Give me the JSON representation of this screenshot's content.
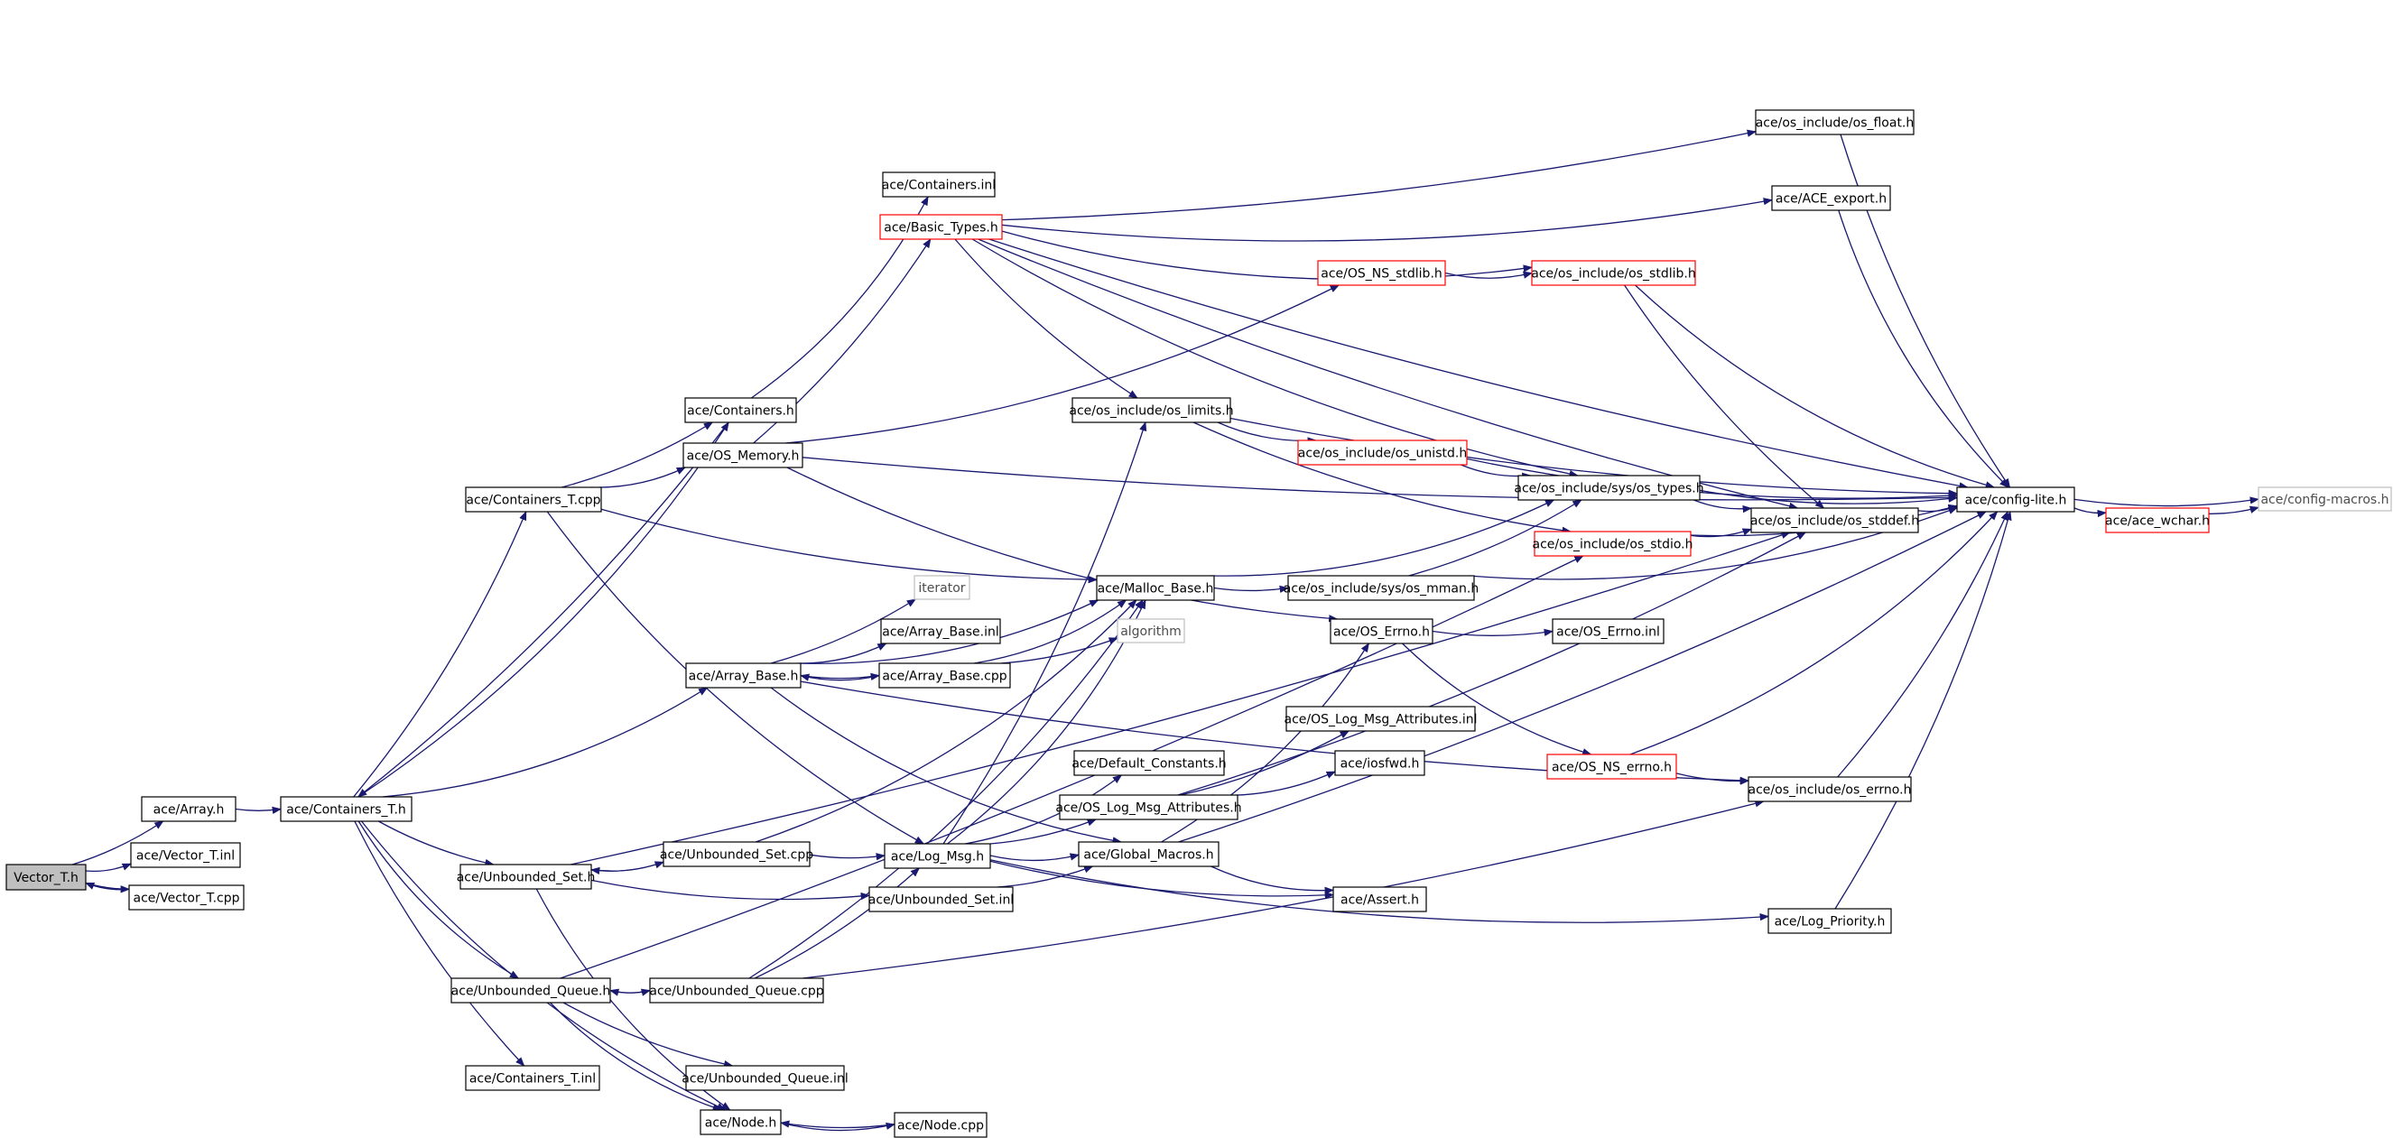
{
  "colors": {
    "edge": "#191970",
    "node_border_normal": "#000000",
    "node_border_truncated": "#ff0000",
    "node_border_external": "#bfbfbf",
    "node_fill_normal": "#ffffff",
    "node_fill_root": "#bfbfbf",
    "text_normal": "#000000",
    "text_external": "#4d4d4d"
  },
  "nodes": [
    {
      "id": "vector_t_h",
      "label": "Vector_T.h",
      "kind": "root"
    },
    {
      "id": "array_h",
      "label": "ace/Array.h",
      "kind": "normal"
    },
    {
      "id": "vector_t_inl",
      "label": "ace/Vector_T.inl",
      "kind": "normal"
    },
    {
      "id": "vector_t_cpp",
      "label": "ace/Vector_T.cpp",
      "kind": "normal"
    },
    {
      "id": "containers_t_h",
      "label": "ace/Containers_T.h",
      "kind": "normal"
    },
    {
      "id": "containers_t_cpp",
      "label": "ace/Containers_T.cpp",
      "kind": "normal"
    },
    {
      "id": "containers_h",
      "label": "ace/Containers.h",
      "kind": "normal"
    },
    {
      "id": "os_memory_h",
      "label": "ace/OS_Memory.h",
      "kind": "normal"
    },
    {
      "id": "containers_inl",
      "label": "ace/Containers.inl",
      "kind": "normal"
    },
    {
      "id": "basic_types_h",
      "label": "ace/Basic_Types.h",
      "kind": "truncated"
    },
    {
      "id": "array_base_h",
      "label": "ace/Array_Base.h",
      "kind": "normal"
    },
    {
      "id": "array_base_inl",
      "label": "ace/Array_Base.inl",
      "kind": "normal"
    },
    {
      "id": "array_base_cpp",
      "label": "ace/Array_Base.cpp",
      "kind": "normal"
    },
    {
      "id": "iterator",
      "label": "iterator",
      "kind": "external"
    },
    {
      "id": "algorithm",
      "label": "algorithm",
      "kind": "external"
    },
    {
      "id": "malloc_base_h",
      "label": "ace/Malloc_Base.h",
      "kind": "normal"
    },
    {
      "id": "os_limits_h",
      "label": "ace/os_include/os_limits.h",
      "kind": "normal"
    },
    {
      "id": "os_ns_stdlib_h",
      "label": "ace/OS_NS_stdlib.h",
      "kind": "truncated"
    },
    {
      "id": "os_stdlib_h",
      "label": "ace/os_include/os_stdlib.h",
      "kind": "truncated"
    },
    {
      "id": "os_float_h",
      "label": "ace/os_include/os_float.h",
      "kind": "normal"
    },
    {
      "id": "ace_export_h",
      "label": "ace/ACE_export.h",
      "kind": "normal"
    },
    {
      "id": "os_unistd_h",
      "label": "ace/os_include/os_unistd.h",
      "kind": "truncated"
    },
    {
      "id": "os_types_h",
      "label": "ace/os_include/sys/os_types.h",
      "kind": "normal"
    },
    {
      "id": "os_stdio_h",
      "label": "ace/os_include/os_stdio.h",
      "kind": "truncated"
    },
    {
      "id": "os_stddef_h",
      "label": "ace/os_include/os_stddef.h",
      "kind": "normal"
    },
    {
      "id": "config_lite_h",
      "label": "ace/config-lite.h",
      "kind": "normal"
    },
    {
      "id": "ace_wchar_h",
      "label": "ace/ace_wchar.h",
      "kind": "truncated"
    },
    {
      "id": "config_macros_h",
      "label": "ace/config-macros.h",
      "kind": "external"
    },
    {
      "id": "os_mman_h",
      "label": "ace/os_include/sys/os_mman.h",
      "kind": "normal"
    },
    {
      "id": "os_errno_h_caps",
      "label": "ace/OS_Errno.h",
      "kind": "normal"
    },
    {
      "id": "os_errno_inl",
      "label": "ace/OS_Errno.inl",
      "kind": "normal"
    },
    {
      "id": "os_ns_errno_h",
      "label": "ace/OS_NS_errno.h",
      "kind": "truncated"
    },
    {
      "id": "os_errno_h",
      "label": "ace/os_include/os_errno.h",
      "kind": "normal"
    },
    {
      "id": "log_msg_attrs_inl",
      "label": "ace/OS_Log_Msg_Attributes.inl",
      "kind": "normal"
    },
    {
      "id": "iosfwd_h",
      "label": "ace/iosfwd.h",
      "kind": "normal"
    },
    {
      "id": "default_constants_h",
      "label": "ace/Default_Constants.h",
      "kind": "normal"
    },
    {
      "id": "log_msg_attrs_h",
      "label": "ace/OS_Log_Msg_Attributes.h",
      "kind": "normal"
    },
    {
      "id": "log_msg_h",
      "label": "ace/Log_Msg.h",
      "kind": "normal"
    },
    {
      "id": "global_macros_h",
      "label": "ace/Global_Macros.h",
      "kind": "normal"
    },
    {
      "id": "unbounded_set_cpp",
      "label": "ace/Unbounded_Set.cpp",
      "kind": "normal"
    },
    {
      "id": "unbounded_set_h",
      "label": "ace/Unbounded_Set.h",
      "kind": "normal"
    },
    {
      "id": "unbounded_set_inl",
      "label": "ace/Unbounded_Set.inl",
      "kind": "normal"
    },
    {
      "id": "assert_h",
      "label": "ace/Assert.h",
      "kind": "normal"
    },
    {
      "id": "log_priority_h",
      "label": "ace/Log_Priority.h",
      "kind": "normal"
    },
    {
      "id": "unbounded_queue_h",
      "label": "ace/Unbounded_Queue.h",
      "kind": "normal"
    },
    {
      "id": "unbounded_queue_cpp",
      "label": "ace/Unbounded_Queue.cpp",
      "kind": "normal"
    },
    {
      "id": "unbounded_queue_inl",
      "label": "ace/Unbounded_Queue.inl",
      "kind": "normal"
    },
    {
      "id": "containers_t_inl",
      "label": "ace/Containers_T.inl",
      "kind": "normal"
    },
    {
      "id": "node_h",
      "label": "ace/Node.h",
      "kind": "normal"
    },
    {
      "id": "node_cpp",
      "label": "ace/Node.cpp",
      "kind": "normal"
    }
  ],
  "edges": [
    [
      "vector_t_h",
      "array_h"
    ],
    [
      "vector_t_h",
      "vector_t_inl"
    ],
    [
      "vector_t_h",
      "vector_t_cpp"
    ],
    [
      "vector_t_cpp",
      "vector_t_h"
    ],
    [
      "array_h",
      "containers_t_h"
    ],
    [
      "containers_t_h",
      "containers_h"
    ],
    [
      "containers_t_h",
      "containers_t_cpp"
    ],
    [
      "containers_t_h",
      "array_base_h"
    ],
    [
      "containers_t_h",
      "unbounded_set_h"
    ],
    [
      "containers_t_h",
      "unbounded_queue_h"
    ],
    [
      "containers_t_h",
      "containers_t_inl"
    ],
    [
      "containers_t_h",
      "node_h"
    ],
    [
      "containers_h",
      "containers_t_h"
    ],
    [
      "containers_h",
      "containers_inl"
    ],
    [
      "containers_t_cpp",
      "containers_h"
    ],
    [
      "containers_t_cpp",
      "os_memory_h"
    ],
    [
      "containers_t_cpp",
      "malloc_base_h"
    ],
    [
      "containers_t_cpp",
      "log_msg_h"
    ],
    [
      "os_memory_h",
      "basic_types_h"
    ],
    [
      "os_memory_h",
      "os_ns_stdlib_h"
    ],
    [
      "os_memory_h",
      "config_lite_h"
    ],
    [
      "os_memory_h",
      "os_errno_h_caps"
    ],
    [
      "basic_types_h",
      "os_float_h"
    ],
    [
      "basic_types_h",
      "ace_export_h"
    ],
    [
      "basic_types_h",
      "config_lite_h"
    ],
    [
      "basic_types_h",
      "os_stdlib_h"
    ],
    [
      "basic_types_h",
      "os_limits_h"
    ],
    [
      "basic_types_h",
      "os_types_h"
    ],
    [
      "basic_types_h",
      "os_stddef_h"
    ],
    [
      "os_ns_stdlib_h",
      "os_stdlib_h"
    ],
    [
      "os_stdlib_h",
      "os_stddef_h"
    ],
    [
      "os_stdlib_h",
      "config_lite_h"
    ],
    [
      "os_float_h",
      "config_lite_h"
    ],
    [
      "ace_export_h",
      "config_lite_h"
    ],
    [
      "os_limits_h",
      "config_lite_h"
    ],
    [
      "os_limits_h",
      "os_unistd_h"
    ],
    [
      "os_limits_h",
      "os_stdio_h"
    ],
    [
      "os_unistd_h",
      "os_types_h"
    ],
    [
      "os_unistd_h",
      "config_lite_h"
    ],
    [
      "os_types_h",
      "os_stddef_h"
    ],
    [
      "os_types_h",
      "config_lite_h"
    ],
    [
      "os_stdio_h",
      "os_stddef_h"
    ],
    [
      "os_stdio_h",
      "config_lite_h"
    ],
    [
      "os_stddef_h",
      "config_lite_h"
    ],
    [
      "config_lite_h",
      "config_macros_h"
    ],
    [
      "config_lite_h",
      "ace_wchar_h"
    ],
    [
      "ace_wchar_h",
      "config_macros_h"
    ],
    [
      "array_base_h",
      "malloc_base_h"
    ],
    [
      "array_base_h",
      "iterator"
    ],
    [
      "array_base_h",
      "array_base_inl"
    ],
    [
      "array_base_h",
      "array_base_cpp"
    ],
    [
      "array_base_h",
      "global_macros_h"
    ],
    [
      "array_base_h",
      "os_errno_h"
    ],
    [
      "array_base_cpp",
      "array_base_h"
    ],
    [
      "array_base_cpp",
      "algorithm"
    ],
    [
      "array_base_cpp",
      "malloc_base_h"
    ],
    [
      "malloc_base_h",
      "os_mman_h"
    ],
    [
      "malloc_base_h",
      "os_types_h"
    ],
    [
      "os_mman_h",
      "os_types_h"
    ],
    [
      "os_mman_h",
      "config_lite_h"
    ],
    [
      "os_errno_h_caps",
      "os_errno_inl"
    ],
    [
      "os_errno_h_caps",
      "os_ns_errno_h"
    ],
    [
      "os_ns_errno_h",
      "os_errno_h"
    ],
    [
      "os_ns_errno_h",
      "config_lite_h"
    ],
    [
      "os_errno_h",
      "config_lite_h"
    ],
    [
      "log_msg_h",
      "default_constants_h"
    ],
    [
      "log_msg_h",
      "log_msg_attrs_h"
    ],
    [
      "log_msg_h",
      "global_macros_h"
    ],
    [
      "log_msg_h",
      "assert_h"
    ],
    [
      "log_msg_h",
      "log_priority_h"
    ],
    [
      "log_msg_h",
      "os_limits_h"
    ],
    [
      "log_msg_h",
      "malloc_base_h"
    ],
    [
      "log_msg_attrs_h",
      "log_msg_attrs_inl"
    ],
    [
      "log_msg_attrs_h",
      "iosfwd_h"
    ],
    [
      "log_msg_attrs_h",
      "os_stddef_h"
    ],
    [
      "global_macros_h",
      "assert_h"
    ],
    [
      "global_macros_h",
      "config_lite_h"
    ],
    [
      "global_macros_h",
      "os_errno_h_caps"
    ],
    [
      "log_priority_h",
      "config_lite_h"
    ],
    [
      "unbounded_set_h",
      "unbounded_set_cpp"
    ],
    [
      "unbounded_set_h",
      "unbounded_set_inl"
    ],
    [
      "unbounded_set_h",
      "node_h"
    ],
    [
      "unbounded_set_h",
      "os_stddef_h"
    ],
    [
      "unbounded_set_cpp",
      "unbounded_set_h"
    ],
    [
      "unbounded_set_cpp",
      "log_msg_h"
    ],
    [
      "unbounded_set_cpp",
      "malloc_base_h"
    ],
    [
      "unbounded_set_inl",
      "global_macros_h"
    ],
    [
      "unbounded_queue_h",
      "unbounded_queue_cpp"
    ],
    [
      "unbounded_queue_h",
      "unbounded_queue_inl"
    ],
    [
      "unbounded_queue_h",
      "node_h"
    ],
    [
      "unbounded_queue_h",
      "os_stdio_h"
    ],
    [
      "unbounded_queue_cpp",
      "unbounded_queue_h"
    ],
    [
      "unbounded_queue_cpp",
      "log_msg_h"
    ],
    [
      "unbounded_queue_cpp",
      "malloc_base_h"
    ],
    [
      "unbounded_queue_cpp",
      "os_errno_h"
    ],
    [
      "node_h",
      "node_cpp"
    ],
    [
      "node_cpp",
      "node_h"
    ]
  ]
}
